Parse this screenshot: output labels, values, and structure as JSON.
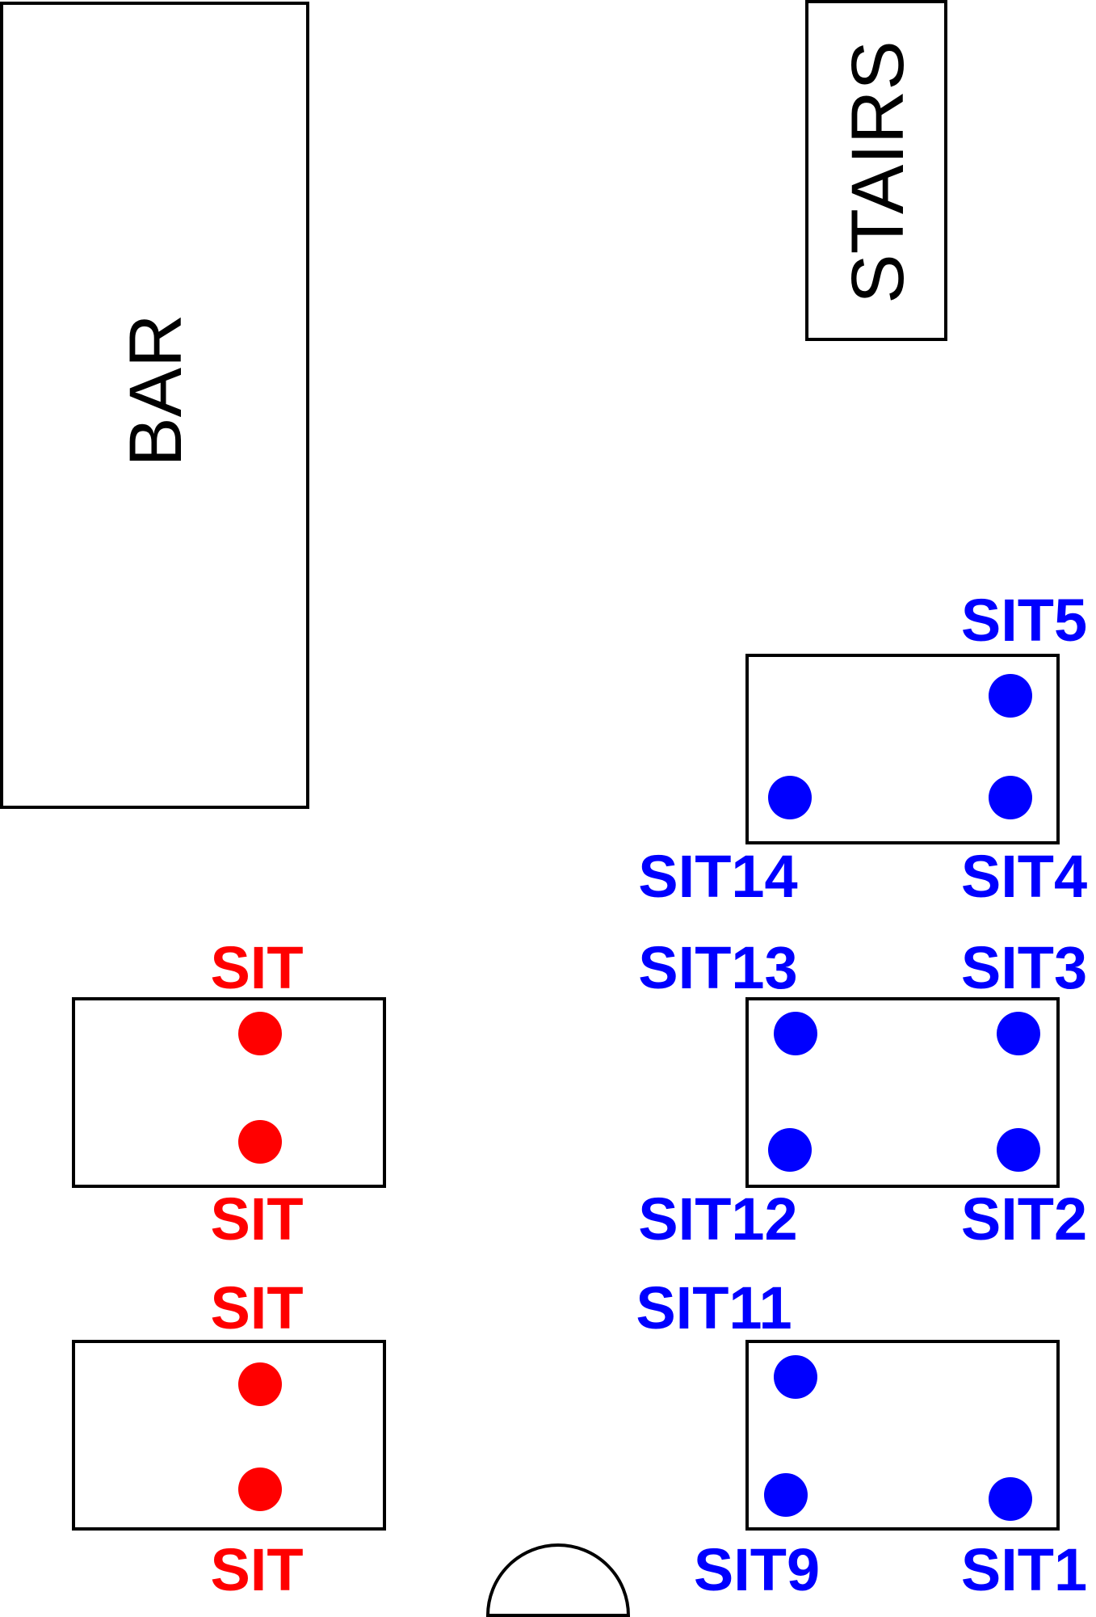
{
  "colors": {
    "outline": "#000000",
    "background": "#ffffff",
    "seat_red": "#ff0000",
    "seat_blue": "#0000ff"
  },
  "areas": {
    "bar": "BAR",
    "stairs": "STAIRS"
  },
  "seat_labels": {
    "left_table_1_top": "SIT",
    "left_table_1_bottom": "SIT",
    "left_table_2_top": "SIT",
    "left_table_2_bottom": "SIT",
    "sit1": "SIT1",
    "sit2": "SIT2",
    "sit3": "SIT3",
    "sit4": "SIT4",
    "sit5": "SIT5",
    "sit9": "SIT9",
    "sit11": "SIT11",
    "sit12": "SIT12",
    "sit13": "SIT13",
    "sit14": "SIT14"
  }
}
